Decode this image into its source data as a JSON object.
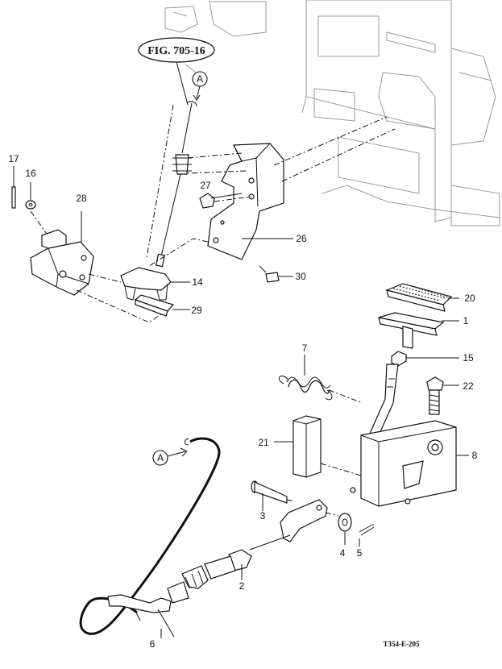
{
  "figure_ref": "FIG. 705-16",
  "drawing_code": "T354-E-205",
  "callout_ref": "A",
  "part_labels": [
    "1",
    "2",
    "3",
    "4",
    "5",
    "6",
    "7",
    "8",
    "14",
    "15",
    "16",
    "17",
    "20",
    "21",
    "22",
    "26",
    "27",
    "28",
    "29",
    "30"
  ]
}
